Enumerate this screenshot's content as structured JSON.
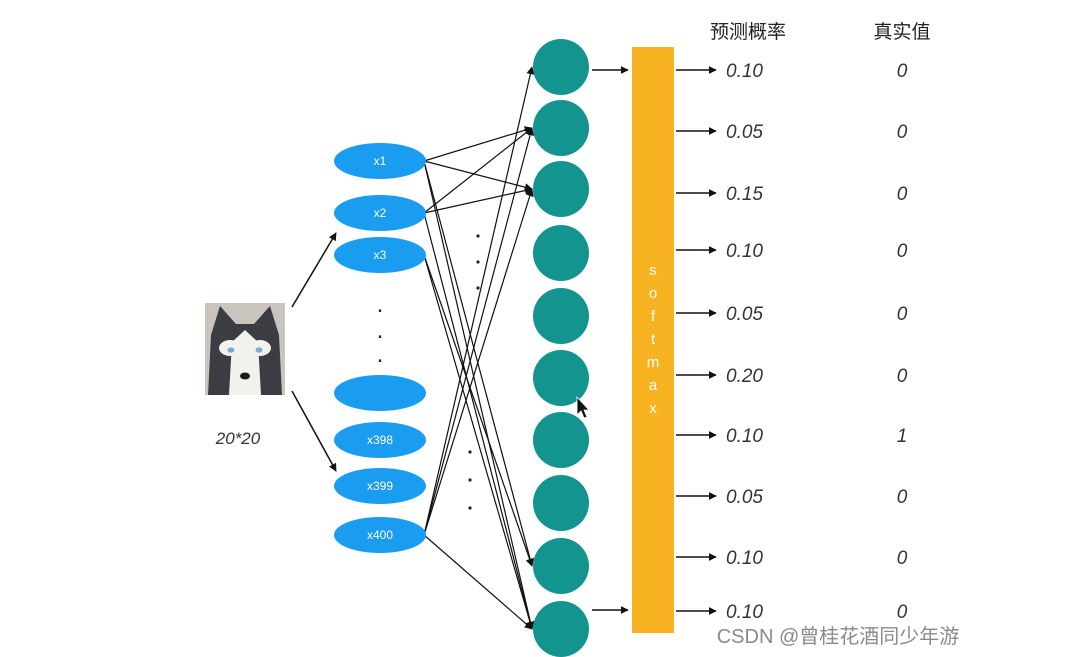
{
  "input_image": {
    "caption": "20*20"
  },
  "input_nodes": [
    {
      "label": "x1"
    },
    {
      "label": "x2"
    },
    {
      "label": "x3"
    },
    {
      "label": ""
    },
    {
      "label": "x398"
    },
    {
      "label": "x399"
    },
    {
      "label": "x400"
    }
  ],
  "output_node_count": 10,
  "softmax_letters": [
    "s",
    "o",
    "f",
    "t",
    "m",
    "a",
    "x"
  ],
  "headers": {
    "probability": "预测概率",
    "truth": "真实值"
  },
  "rows": [
    {
      "prob": "0.10",
      "truth": "0"
    },
    {
      "prob": "0.05",
      "truth": "0"
    },
    {
      "prob": "0.15",
      "truth": "0"
    },
    {
      "prob": "0.10",
      "truth": "0"
    },
    {
      "prob": "0.05",
      "truth": "0"
    },
    {
      "prob": "0.20",
      "truth": "0"
    },
    {
      "prob": "0.10",
      "truth": "1"
    },
    {
      "prob": "0.05",
      "truth": "0"
    },
    {
      "prob": "0.10",
      "truth": "0"
    },
    {
      "prob": "0.10",
      "truth": "0"
    }
  ],
  "watermark": "CSDN @曾桂花酒同少年游",
  "colors": {
    "input_node": "#1a9cf0",
    "output_node": "#13948f",
    "softmax_bar": "#f8b323",
    "arrow": "#111111",
    "text": "#333333"
  }
}
